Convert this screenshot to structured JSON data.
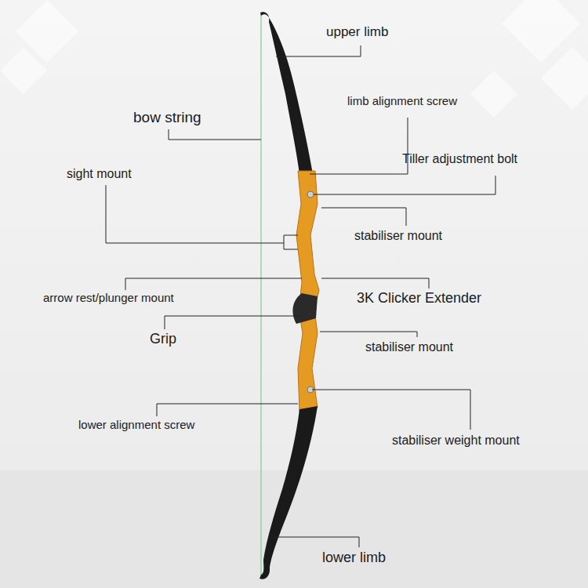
{
  "diagram": {
    "labels": [
      "upper limb",
      "bow string",
      "limb alignment screw",
      "Tiller adjustment bolt",
      "sight mount",
      "stabiliser mount",
      "arrow rest/plunger mount",
      "3K Clicker Extender",
      "Grip",
      "stabiliser mount",
      "lower alignment screw",
      "stabiliser weight mount",
      "lower limb"
    ]
  }
}
